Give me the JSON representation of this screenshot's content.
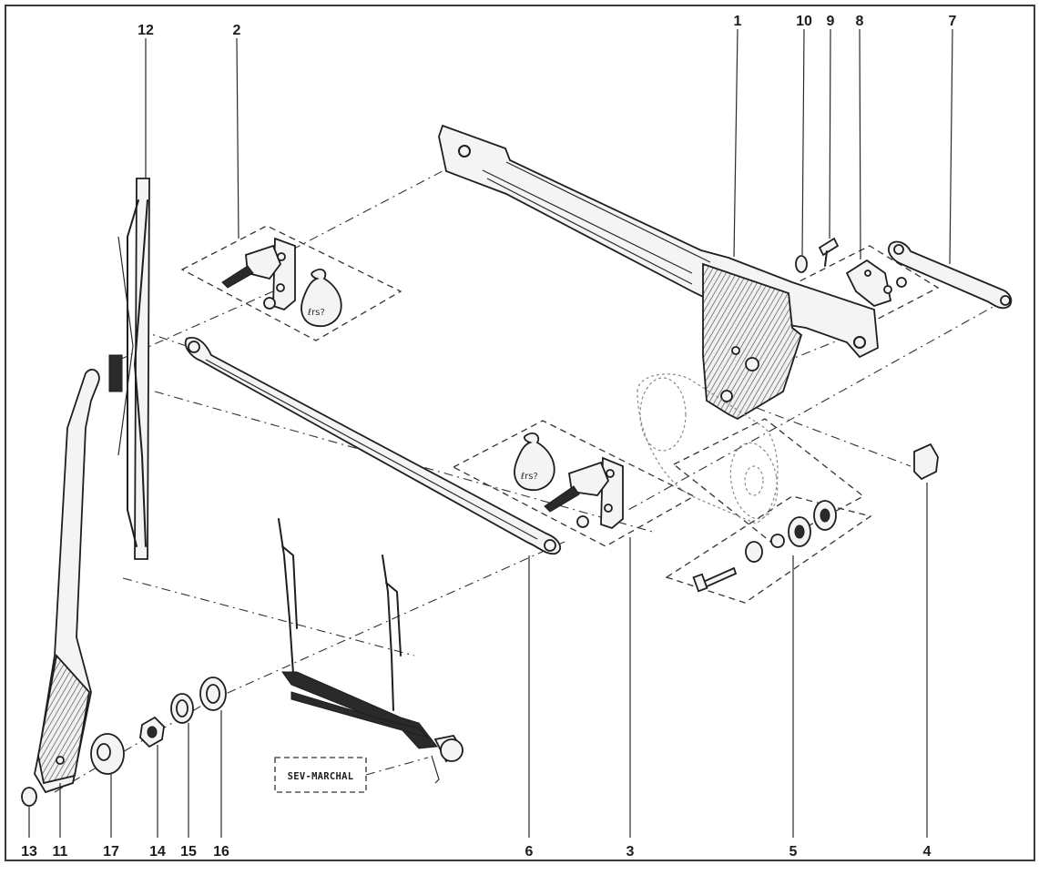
{
  "part_labels": [
    {
      "id": "p1",
      "text": "1"
    },
    {
      "id": "p2",
      "text": "2"
    },
    {
      "id": "p3",
      "text": "3"
    },
    {
      "id": "p4",
      "text": "4"
    },
    {
      "id": "p5",
      "text": "5"
    },
    {
      "id": "p6",
      "text": "6"
    },
    {
      "id": "p7",
      "text": "7"
    },
    {
      "id": "p8",
      "text": "8"
    },
    {
      "id": "p9",
      "text": "9"
    },
    {
      "id": "p10",
      "text": "10"
    },
    {
      "id": "p11",
      "text": "11"
    },
    {
      "id": "p12",
      "text": "12"
    },
    {
      "id": "p13",
      "text": "13"
    },
    {
      "id": "p14",
      "text": "14"
    },
    {
      "id": "p15",
      "text": "15"
    },
    {
      "id": "p16",
      "text": "16"
    },
    {
      "id": "p17",
      "text": "17"
    }
  ],
  "brand_tag": "SEV-MARCHAL",
  "grease_bag_text": "ℓrs?",
  "colors": {
    "ink": "#1e1e1e",
    "paper": "#ffffff",
    "frame": "#3a3a3a"
  }
}
